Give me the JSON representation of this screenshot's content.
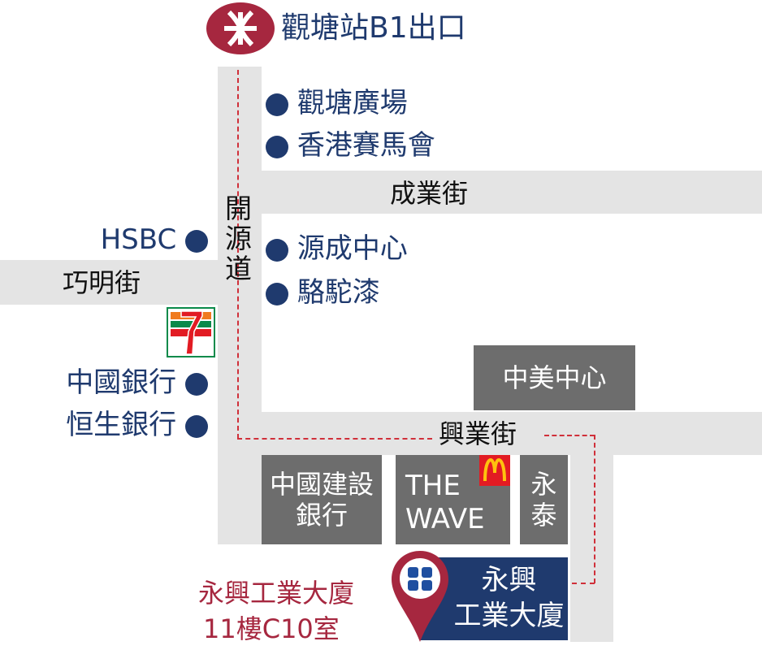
{
  "station": {
    "label": "觀塘站B1出口",
    "icon": "mtr-logo-icon"
  },
  "streets": {
    "main_road": "開源道",
    "cheng_yip": "成業街",
    "how_ming": "巧明街",
    "hing_yip": "興業街"
  },
  "landmarks_right": [
    "觀塘廣場",
    "香港賽馬會",
    "源成中心",
    "駱駝漆"
  ],
  "landmarks_left": [
    "HSBC",
    "中國銀行",
    "恒生銀行"
  ],
  "buildings": {
    "chung_mei": "中美中心",
    "ccb_line1": "中國建設銀行",
    "the_wave_line1": "THE",
    "the_wave_line2": "WAVE",
    "wing_tai_line1": "永",
    "wing_tai_line2": "泰"
  },
  "destination": {
    "line1": "永興",
    "line2": "工業大廈",
    "address_line1": "永興工業大廈",
    "address_line2": "11樓C10室"
  },
  "colors": {
    "navy": "#1f3a6e",
    "mtr_red": "#a6273f",
    "road": "#e4e4e4",
    "building": "#6d6d6d",
    "route": "#d0303a"
  }
}
